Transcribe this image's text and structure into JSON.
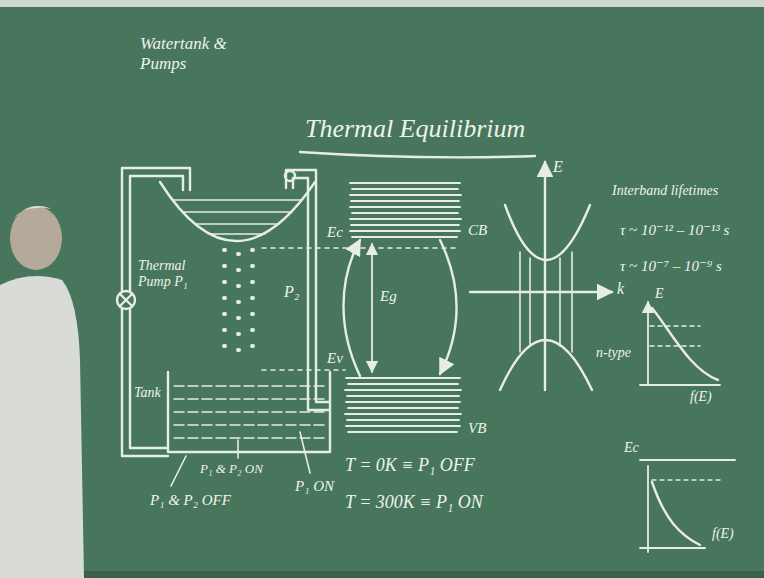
{
  "diagram": {
    "title": "Thermal Equilibrium",
    "labels": [
      "Watertank & Pumps",
      "Thermal Pump P₁",
      "P₂",
      "Ec",
      "Ev",
      "Tank",
      "P₁ & P₂ ON",
      "P₁ & P₂ OFF",
      "P₁ ON",
      "CB",
      "VB",
      "Eg",
      "T = 0K ≡ P₁ OFF",
      "T = 300K ≡ P₁ ON",
      "E",
      "k",
      "Interband lifetimes",
      "τ ~ 10⁻¹² – 10⁻¹³ s",
      "τ ~ 10⁻⁷ – 10⁻⁹ s",
      "E",
      "n-type",
      "f(E)",
      "Ec",
      "f(E)"
    ]
  }
}
